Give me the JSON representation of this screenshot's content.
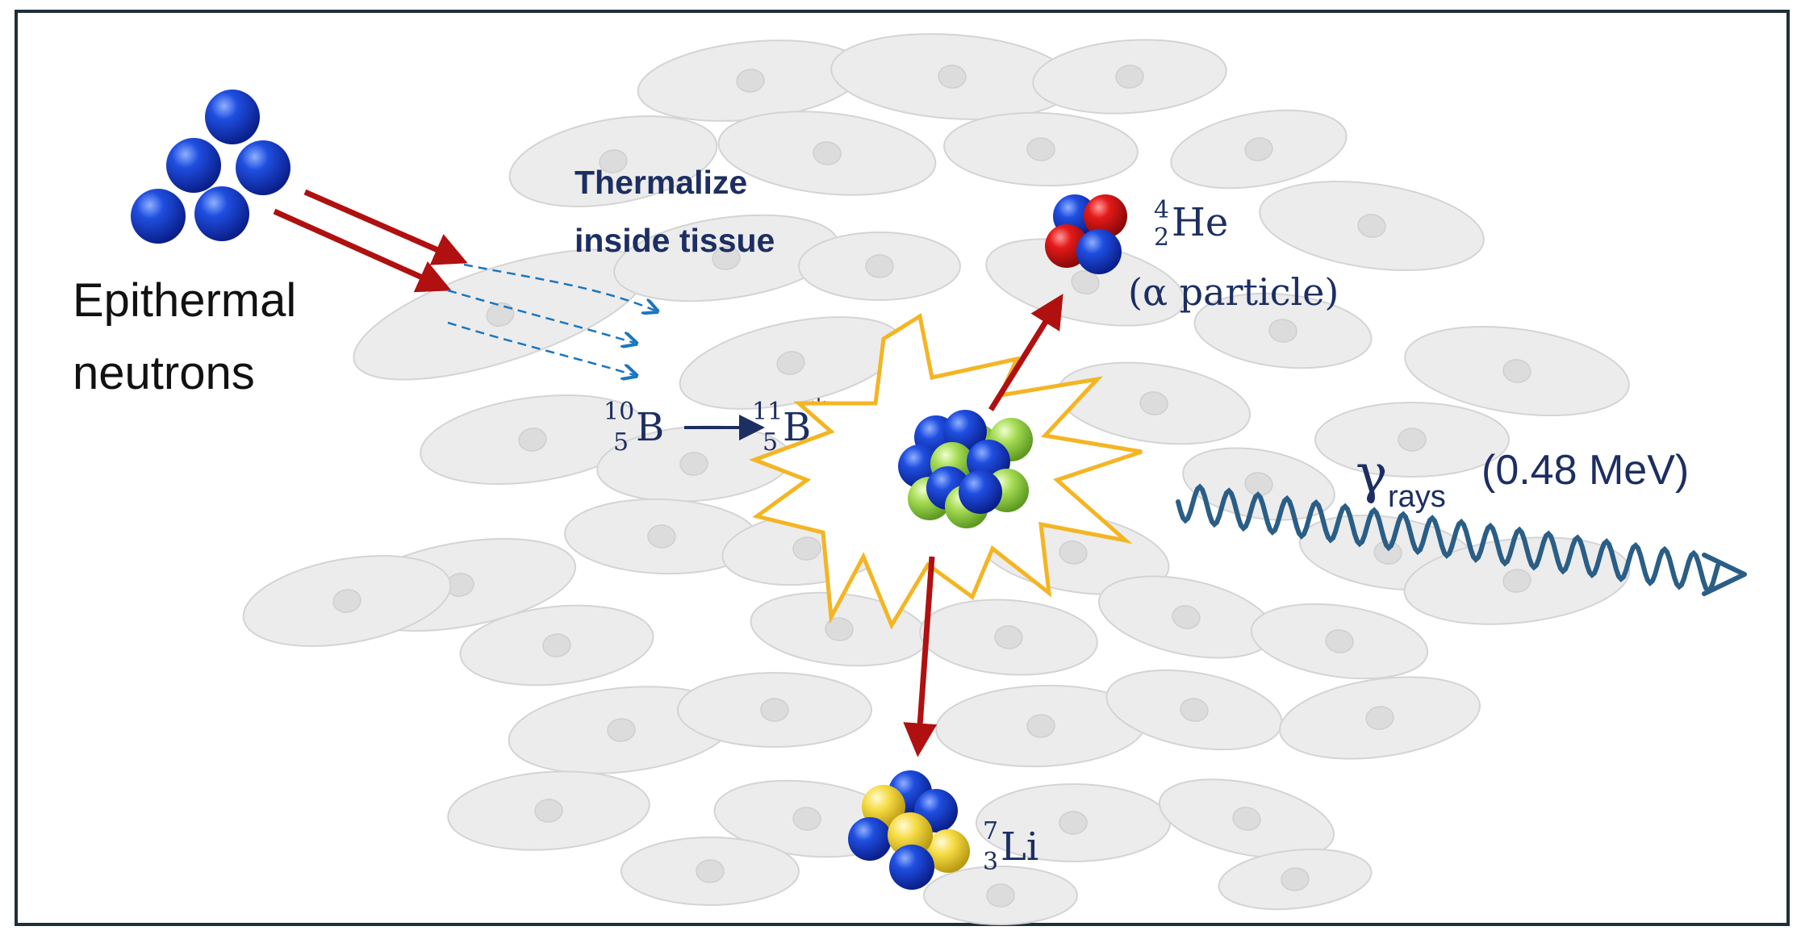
{
  "neutron_label": [
    "Epithermal",
    "neutrons"
  ],
  "thermalize_label": [
    "Thermalize",
    "inside tissue"
  ],
  "boron10": {
    "mass": "10",
    "z": "5",
    "symbol": "B"
  },
  "boron11": {
    "mass": "11",
    "z": "5",
    "symbol": "B",
    "excited": "*"
  },
  "helium": {
    "mass": "4",
    "z": "2",
    "symbol": "He",
    "note": "(α particle)"
  },
  "lithium": {
    "mass": "7",
    "z": "3",
    "symbol": "Li"
  },
  "gamma": {
    "symbol": "γ",
    "sub": "rays",
    "energy": "(0.48 MeV)"
  },
  "colors": {
    "frame": "#1f2f3a",
    "neutron_blue": "#1738c8",
    "proton_red": "#d81414",
    "boron_green": "#9ad84a",
    "lithium_yellow": "#f2d43a",
    "arrow_red": "#b01010",
    "dash_blue": "#1a76c0",
    "burst_orange": "#f4b524",
    "text_navy": "#1c2e62",
    "wave_teal": "#2a5e86",
    "cell_fill": "#ececec",
    "cell_stroke": "#d4d4d4"
  }
}
